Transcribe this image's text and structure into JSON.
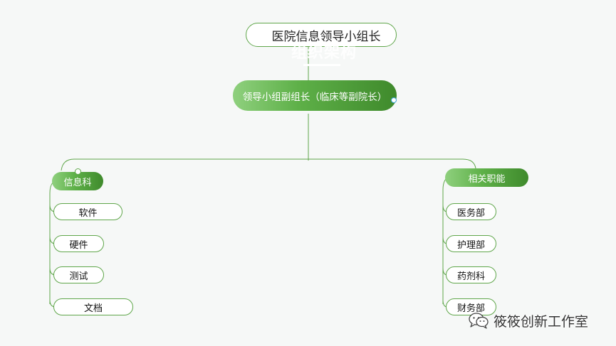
{
  "diagram": {
    "root": {
      "label": "医院信息领导小组长"
    },
    "watermark": {
      "label": "组织架构"
    },
    "vice": {
      "label": "领导小组副组长（临床等副院长）"
    },
    "branches": [
      {
        "label": "信息科",
        "children": [
          "软件",
          "硬件",
          "测试",
          "文档"
        ]
      },
      {
        "label": "相关职能",
        "children": [
          "医务部",
          "护理部",
          "药剂科",
          "财务部"
        ]
      }
    ]
  },
  "footer": {
    "icon": "wechat-icon",
    "label": "筱筱创新工作室"
  },
  "colors": {
    "accent": "#5fa64a",
    "accent_dark": "#3f8a2c",
    "accent_light": "#8fd07e",
    "background": "#f6f8f7"
  }
}
